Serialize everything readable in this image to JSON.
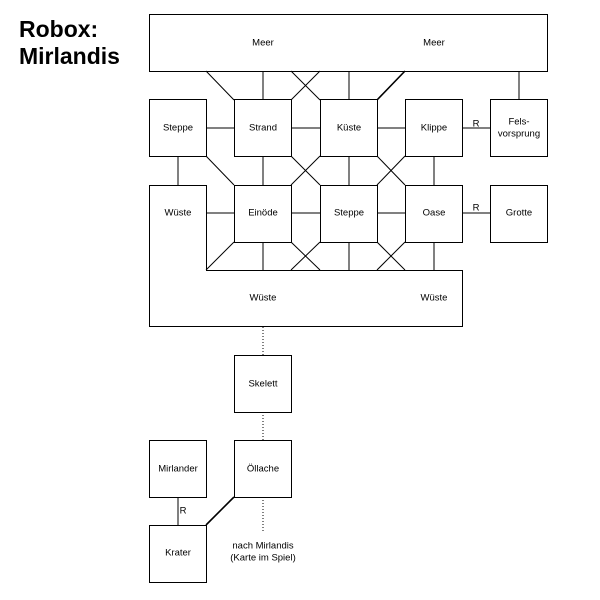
{
  "title": {
    "line1": "Robox:",
    "line2": "Mirlandis"
  },
  "rooms": {
    "meer_left": "Meer",
    "meer_right": "Meer",
    "steppe_top": "Steppe",
    "strand": "Strand",
    "kueste": "Küste",
    "klippe": "Klippe",
    "felsvorsprung_1": "Fels-",
    "felsvorsprung_2": "vorsprung",
    "wueste_left": "Wüste",
    "einoede": "Einöde",
    "steppe_mid": "Steppe",
    "oase": "Oase",
    "grotte": "Grotte",
    "wueste_bottom_left": "Wüste",
    "wueste_bottom_right": "Wüste",
    "skelett": "Skelett",
    "mirlander": "Mirlander",
    "oellache": "Öllache",
    "krater": "Krater"
  },
  "edge_labels": {
    "klippe_fels": "R",
    "oase_grotte": "R",
    "mirlander_krater": "R"
  },
  "exit_note": {
    "line1": "nach Mirlandis",
    "line2": "(Karte im Spiel)"
  }
}
